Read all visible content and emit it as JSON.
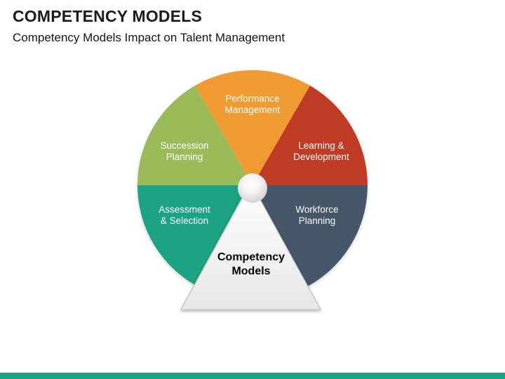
{
  "slide": {
    "title": "COMPETENCY MODELS",
    "subtitle": "Competency Models Impact on Talent Management",
    "accent_color": "#1aa287"
  },
  "wheel": {
    "center_label": {
      "lines": [
        "Competency",
        "Models"
      ]
    },
    "segments": [
      {
        "name": "performance-management",
        "color": "#ef9b33",
        "lines": [
          "Performance",
          "Management"
        ]
      },
      {
        "name": "learning-development",
        "color": "#bf3a27",
        "lines": [
          "Learning &",
          "Development"
        ]
      },
      {
        "name": "workforce-planning",
        "color": "#45566b",
        "lines": [
          "Workforce",
          "Planning"
        ]
      },
      {
        "name": "assessment-selection",
        "color": "#1ea284",
        "lines": [
          "Assessment",
          "& Selection"
        ]
      },
      {
        "name": "succession-planning",
        "color": "#9bbb59",
        "lines": [
          "Succession",
          "Planning"
        ]
      }
    ]
  }
}
